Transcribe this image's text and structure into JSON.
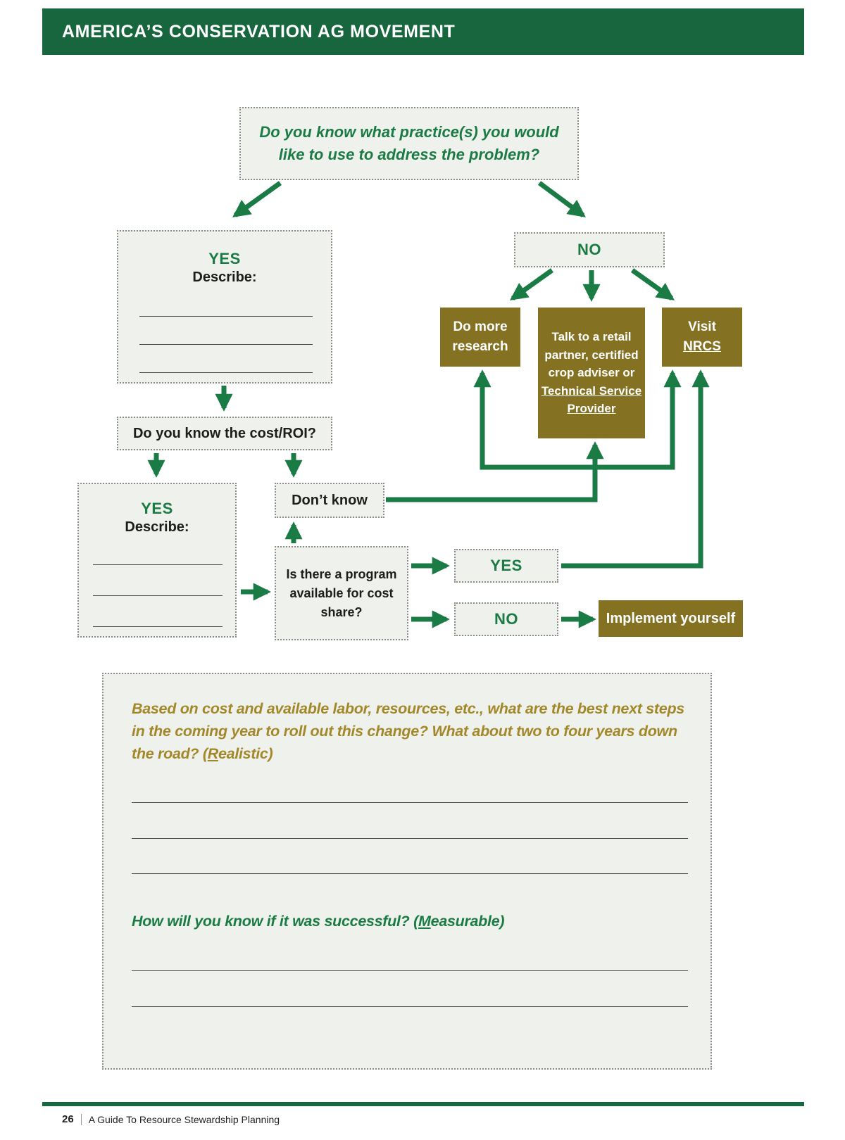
{
  "header": {
    "title": "AMERICA’S CONSERVATION AG MOVEMENT"
  },
  "flowchart": {
    "root_question": "Do you know what practice(s) you would like to use to address the problem?",
    "yes1": {
      "label": "YES",
      "describe": "Describe:"
    },
    "no1": {
      "label": "NO"
    },
    "research": {
      "label": "Do more research"
    },
    "retail": {
      "text": "Talk to a retail partner, certified crop adviser or",
      "link": "Technical Service Provider"
    },
    "nrcs": {
      "text": "Visit",
      "link": "NRCS"
    },
    "cost_roi": {
      "question": "Do you know the cost/ROI?"
    },
    "yes2": {
      "label": "YES",
      "describe": "Describe:"
    },
    "dont_know": {
      "label": "Don’t know"
    },
    "program": {
      "question": "Is there a program available for cost share?"
    },
    "program_yes": {
      "label": "YES"
    },
    "program_no": {
      "label": "NO"
    },
    "implement": {
      "label": "Implement yourself"
    }
  },
  "worksheet": {
    "realistic": {
      "before": "Based on cost and available labor, resources, etc., what are the best next steps in the coming year to roll out this change? What about two to four years down the road? (",
      "underline": "R",
      "after": "ealistic)"
    },
    "measurable": {
      "before": "How will you know if it was successful? (",
      "underline": "M",
      "after": "easurable)"
    }
  },
  "footer": {
    "page": "26",
    "title": "A Guide To Resource Stewardship Planning"
  },
  "colors": {
    "header_green": "#17663e",
    "flow_green": "#1b7b45",
    "brown": "#857122",
    "gold": "#a3882a",
    "box_bg": "#eef1ec"
  }
}
